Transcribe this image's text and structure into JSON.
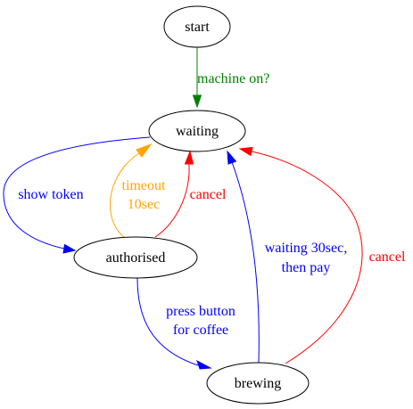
{
  "nodes": {
    "start": "start",
    "waiting": "waiting",
    "authorised": "authorised",
    "brewing": "brewing"
  },
  "edges": {
    "start_waiting": {
      "line1": "machine on?",
      "line2": "",
      "color": "#008000"
    },
    "waiting_authorised": {
      "line1": "show token",
      "line2": "",
      "color": "#0000ff"
    },
    "authorised_waiting_timeout": {
      "line1": "timeout",
      "line2": "10sec",
      "color": "#ffa500"
    },
    "authorised_waiting_cancel": {
      "line1": "cancel",
      "line2": "",
      "color": "#ff0000"
    },
    "authorised_brewing": {
      "line1": "press button",
      "line2": "for coffee",
      "color": "#0000ff"
    },
    "brewing_waiting_pay": {
      "line1": "waiting 30sec,",
      "line2": "then pay",
      "color": "#0000ff"
    },
    "brewing_waiting_cancel": {
      "line1": "cancel",
      "line2": "",
      "color": "#ff0000"
    }
  }
}
